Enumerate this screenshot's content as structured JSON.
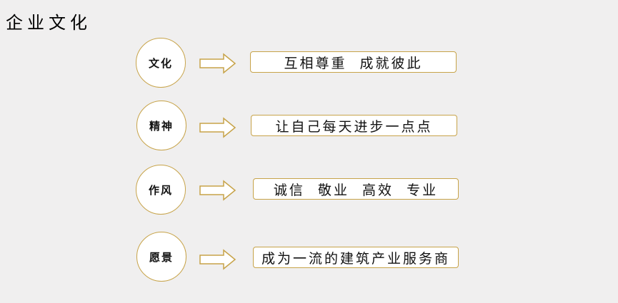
{
  "title": "企业文化",
  "rows": [
    {
      "label": "文化",
      "text": "互相尊重  成就彼此"
    },
    {
      "label": "精神",
      "text": "让自己每天进步一点点"
    },
    {
      "label": "作风",
      "text": "诚信  敬业  高效  专业"
    },
    {
      "label": "愿景",
      "text": "成为一流的建筑产业服务商"
    }
  ],
  "colors": {
    "accent": "#c7a349",
    "background": "#f0efef"
  }
}
